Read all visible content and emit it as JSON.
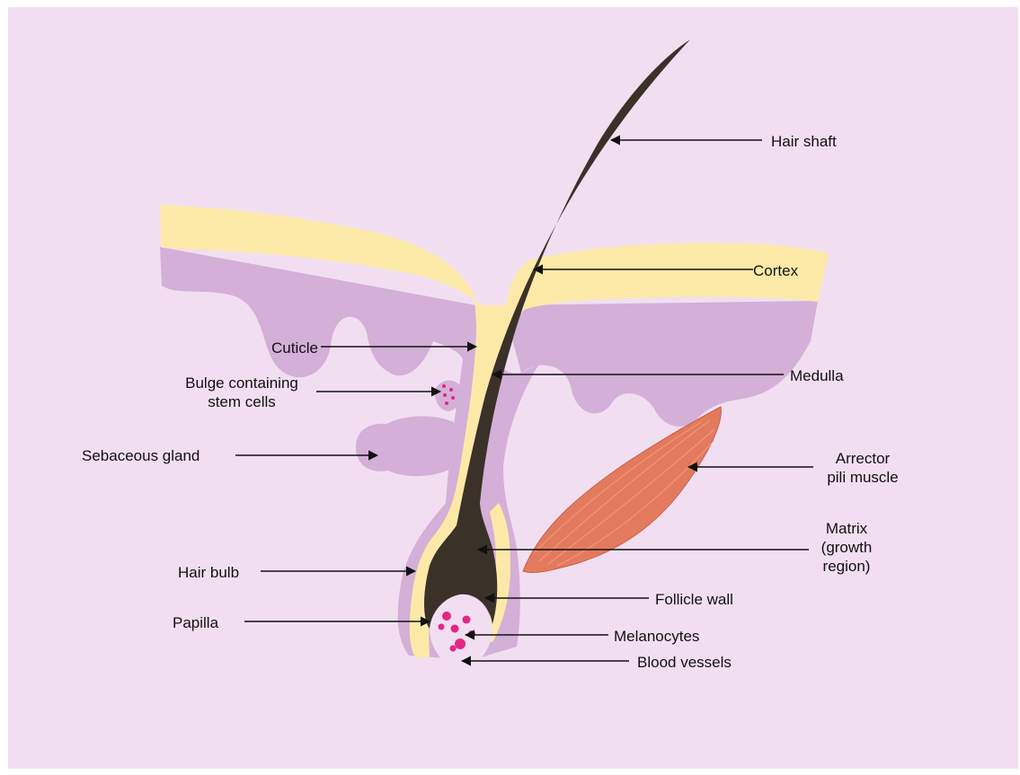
{
  "colors": {
    "background": "#f1dff1",
    "dermis": "#d4afd8",
    "epidermis": "#fde9a7",
    "hair": "#3a3129",
    "muscle": "#e47a5d",
    "cells": "#e52584",
    "arrow": "#111111"
  },
  "labels": {
    "hair_shaft": "Hair shaft",
    "cortex": "Cortex",
    "cuticle": "Cuticle",
    "medulla": "Medulla",
    "bulge_line1": "Bulge containing",
    "bulge_line2": "stem cells",
    "sebaceous_gland": "Sebaceous gland",
    "arrector_line1": "Arrector",
    "arrector_line2": "pili muscle",
    "matrix_line1": "Matrix",
    "matrix_line2": "(growth",
    "matrix_line3": "region)",
    "hair_bulb": "Hair bulb",
    "follicle_wall": "Follicle wall",
    "papilla": "Papilla",
    "melanocytes": "Melanocytes",
    "blood_vessels": "Blood vessels"
  }
}
